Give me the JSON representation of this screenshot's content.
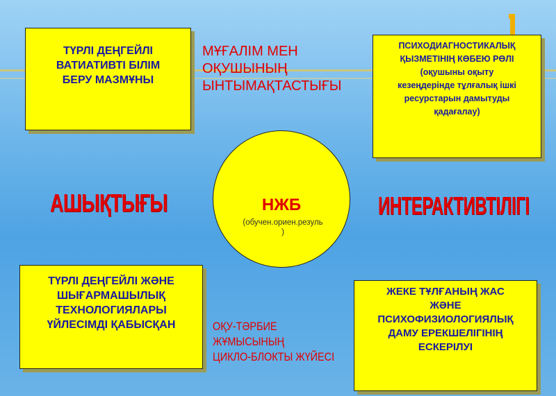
{
  "boxes": {
    "top_left": [
      "ТҮРЛІ ДЕҢГЕЙЛІ",
      "ВАТИАТИВТІ БІЛІМ",
      "БЕРУ МАЗМҰНЫ"
    ],
    "top_right": [
      "ПСИХОДИАГНОСТИКАЛЫҚ",
      "ҚЫЗМЕТІНІҢ КӨБЕЮ РӨЛІ",
      "(оқушыны оқыту",
      "кезеңдерінде тұлғалық ішкі",
      "ресурстарын дамытуды",
      "қадағалау)"
    ],
    "bottom_left": [
      "ТҮРЛІ ДЕҢГЕЙЛІ ЖӘНЕ",
      "ШЫҒАРМАШЫЛЫҚ",
      "ТЕХНОЛОГИЯЛАРЫ",
      "ҮЙЛЕСІМДІ ҚАБЫСҚАН"
    ],
    "bottom_right": [
      "ЖЕКЕ ТҰЛҒАНЫҢ ЖАС",
      "ЖӘНЕ",
      "ПСИХОФИЗИОЛОГИЯЛЫҚ",
      "ДАМУ ЕРЕКШЕЛІГІНІҢ",
      "ЕСКЕРІЛУІ"
    ]
  },
  "labels": {
    "cooperation": [
      "МҰҒАЛІМ МЕН",
      "ОҚУШЫНЫҢ",
      "ЫНТЫМАҚТАСТЫҒЫ"
    ],
    "openness": "АШЫҚТЫҒЫ",
    "interactivity": "ИНТЕРАКТИВТІЛІГІ",
    "cycle": [
      "ОҚУ-ТӘРБИЕ",
      "ЖҰМЫСЫНЫҢ",
      "ЦИКЛО-БЛОКТЫ ЖҮЙЕСІ"
    ]
  },
  "center": {
    "title": "НЖБ",
    "subtitle": [
      "(обучен.ориен.резуль",
      ")"
    ]
  },
  "colors": {
    "box_fill": "#ffff00",
    "box_text": "#1a1aa0",
    "label_red": "#e00000",
    "background": "#4ea3e3"
  }
}
